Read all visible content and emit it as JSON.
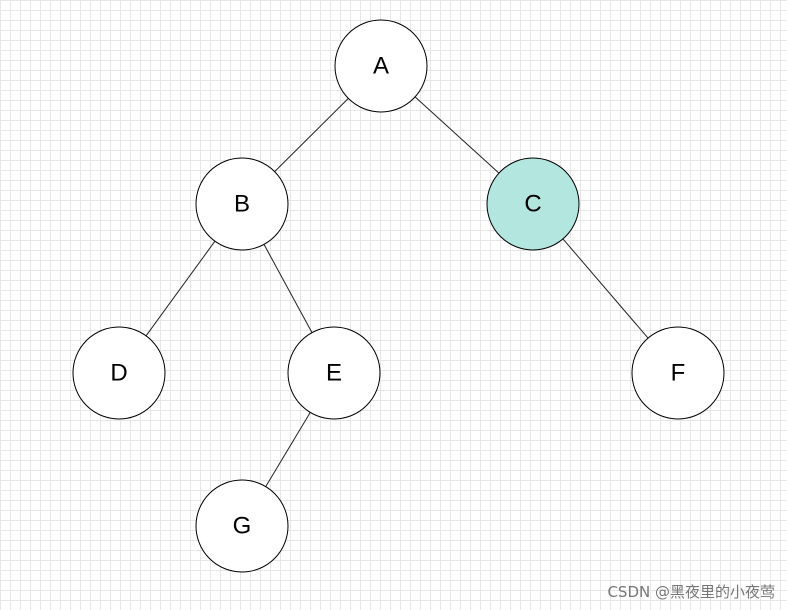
{
  "tree": {
    "nodes": [
      {
        "id": "A",
        "label": "A",
        "fill": "#ffffff"
      },
      {
        "id": "B",
        "label": "B",
        "fill": "#ffffff"
      },
      {
        "id": "C",
        "label": "C",
        "fill": "#b3e6df"
      },
      {
        "id": "D",
        "label": "D",
        "fill": "#ffffff"
      },
      {
        "id": "E",
        "label": "E",
        "fill": "#ffffff"
      },
      {
        "id": "F",
        "label": "F",
        "fill": "#ffffff"
      },
      {
        "id": "G",
        "label": "G",
        "fill": "#ffffff"
      }
    ],
    "edges": [
      {
        "from": "A",
        "to": "B"
      },
      {
        "from": "A",
        "to": "C"
      },
      {
        "from": "B",
        "to": "D"
      },
      {
        "from": "B",
        "to": "E"
      },
      {
        "from": "C",
        "to": "F"
      },
      {
        "from": "E",
        "to": "G"
      }
    ],
    "highlight_color": "#b3e6df"
  },
  "watermark": {
    "text": "CSDN @黑夜里的小夜莺"
  }
}
